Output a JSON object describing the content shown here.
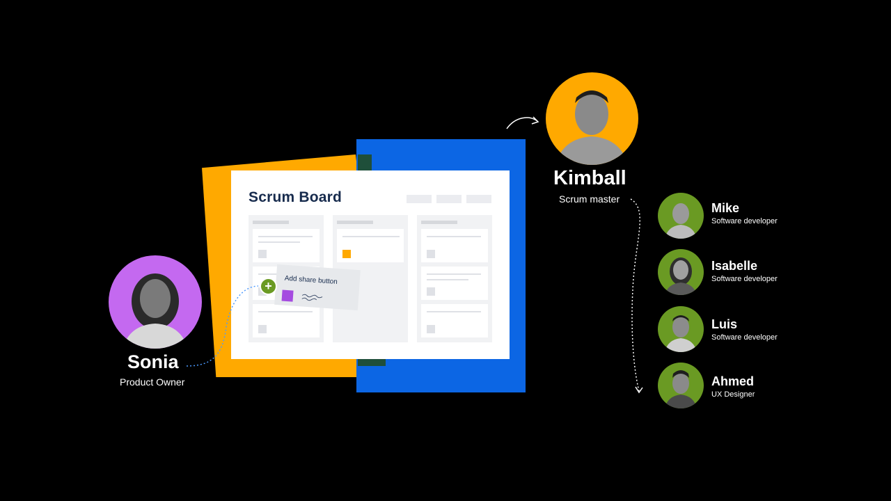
{
  "colors": {
    "background": "#000000",
    "yellow": "#FFA900",
    "blue": "#0C66E4",
    "purple": "#C469F0",
    "green": "#6A9A23",
    "board_text": "#172B4D"
  },
  "board": {
    "title": "Scrum Board",
    "dragged_card_title": "Add share button"
  },
  "product_owner": {
    "name": "Sonia",
    "role": "Product Owner"
  },
  "scrum_master": {
    "name": "Kimball",
    "role": "Scrum master"
  },
  "team": [
    {
      "name": "Mike",
      "role": "Software developer"
    },
    {
      "name": "Isabelle",
      "role": "Software developer"
    },
    {
      "name": "Luis",
      "role": "Software developer"
    },
    {
      "name": "Ahmed",
      "role": "UX Designer"
    }
  ],
  "icons": {
    "add": "plus-icon",
    "arrow": "curved-arrow-icon"
  }
}
